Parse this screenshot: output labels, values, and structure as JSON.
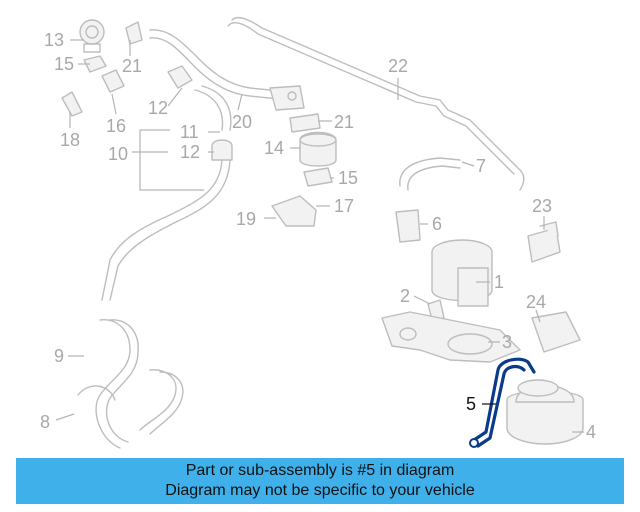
{
  "diagram": {
    "highlight_color": "#0a3a8c",
    "highlighted_part": "5",
    "callouts": [
      "1",
      "2",
      "3",
      "4",
      "5",
      "6",
      "7",
      "8",
      "9",
      "10",
      "11",
      "12",
      "12",
      "13",
      "14",
      "15",
      "15",
      "16",
      "17",
      "18",
      "19",
      "20",
      "21",
      "21",
      "22",
      "23",
      "24"
    ]
  },
  "banner": {
    "background": "#3fb0ea",
    "line1": "Part or sub-assembly is #5 in diagram",
    "line2": "Diagram may not be specific to your vehicle"
  }
}
